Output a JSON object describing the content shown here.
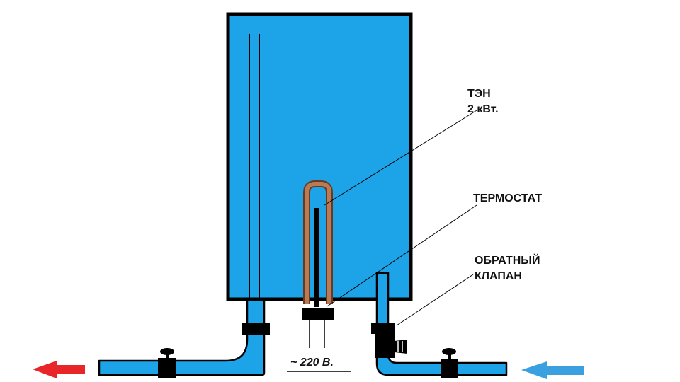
{
  "labels": {
    "heater_line1": "ТЭН",
    "heater_line2": "2 кВт.",
    "thermostat": "ТЕРМОСТАТ",
    "check_valve_line1": "ОБРАТНЫЙ",
    "check_valve_line2": "КЛАПАН",
    "voltage": "~ 220 В."
  },
  "colors": {
    "water": "#1ca3e8",
    "outline": "#000000",
    "heater": "#b97a57",
    "hot_arrow": "#e8262a",
    "cold_arrow": "#3aa0e0"
  }
}
